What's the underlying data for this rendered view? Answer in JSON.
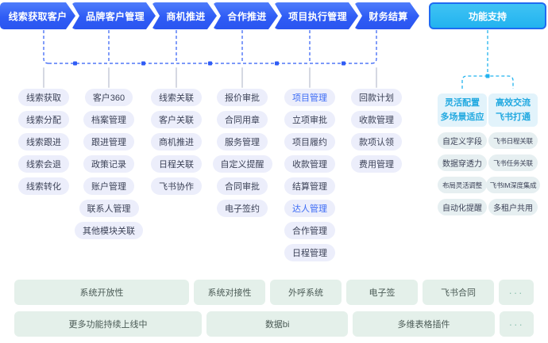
{
  "header": {
    "stages": [
      {
        "label": "线索获取客户"
      },
      {
        "label": "品牌客户管理"
      },
      {
        "label": "商机推进"
      },
      {
        "label": "合作推进"
      },
      {
        "label": "项目执行管理"
      },
      {
        "label": "财务结算"
      }
    ],
    "support": {
      "label": "功能支持"
    }
  },
  "colors": {
    "stage_blue": "#2f5cf5",
    "support_cyan": "#22b3ef",
    "support_border": "#1f6bf2",
    "pill_bg": "#eceefb",
    "pill_text": "#3c4257",
    "pill_highlight_text": "#3b6bf5",
    "right_head_bg": "#e2f3fb",
    "right_head_text": "#22a9e0",
    "right_pill_bg": "#e6eff1",
    "bottom_bg": "#e4f0ea",
    "bottom_text": "#4a5a55",
    "wire_blue": "#2f5cf5",
    "wire_cyan": "#22b3ef",
    "wire_gray": "#d5d8e2"
  },
  "columns": [
    {
      "name": "线索获取客户",
      "items": [
        {
          "label": "线索获取",
          "highlight": false
        },
        {
          "label": "线索分配",
          "highlight": false
        },
        {
          "label": "线索跟进",
          "highlight": false
        },
        {
          "label": "线索会退",
          "highlight": false
        },
        {
          "label": "线索转化",
          "highlight": false
        }
      ]
    },
    {
      "name": "品牌客户管理",
      "items": [
        {
          "label": "客户360",
          "highlight": false
        },
        {
          "label": "档案管理",
          "highlight": false
        },
        {
          "label": "跟进管理",
          "highlight": false
        },
        {
          "label": "政策记录",
          "highlight": false
        },
        {
          "label": "账户管理",
          "highlight": false
        },
        {
          "label": "联系人管理",
          "highlight": false
        },
        {
          "label": "其他模块关联",
          "highlight": false
        }
      ]
    },
    {
      "name": "商机推进",
      "items": [
        {
          "label": "线索关联",
          "highlight": false
        },
        {
          "label": "客户关联",
          "highlight": false
        },
        {
          "label": "商机推进",
          "highlight": false
        },
        {
          "label": "日程关联",
          "highlight": false
        },
        {
          "label": "飞书协作",
          "highlight": false
        }
      ]
    },
    {
      "name": "合作推进",
      "items": [
        {
          "label": "报价审批",
          "highlight": false
        },
        {
          "label": "合同用章",
          "highlight": false
        },
        {
          "label": "服务管理",
          "highlight": false
        },
        {
          "label": "自定义提醒",
          "highlight": false
        },
        {
          "label": "合同审批",
          "highlight": false
        },
        {
          "label": "电子签约",
          "highlight": false
        }
      ]
    },
    {
      "name": "项目执行管理",
      "items": [
        {
          "label": "项目管理",
          "highlight": true
        },
        {
          "label": "立项审批",
          "highlight": false
        },
        {
          "label": "项目履约",
          "highlight": false
        },
        {
          "label": "收款管理",
          "highlight": false
        },
        {
          "label": "结算管理",
          "highlight": false
        },
        {
          "label": "达人管理",
          "highlight": true
        },
        {
          "label": "合作管理",
          "highlight": false
        },
        {
          "label": "日程管理",
          "highlight": false
        }
      ]
    },
    {
      "name": "财务结算",
      "items": [
        {
          "label": "回款计划",
          "highlight": false
        },
        {
          "label": "收款管理",
          "highlight": false
        },
        {
          "label": "款项认领",
          "highlight": false
        },
        {
          "label": "费用管理",
          "highlight": false
        }
      ]
    }
  ],
  "support_columns": [
    {
      "head_line1": "灵活配置",
      "head_line2": "多场景适应",
      "items": [
        {
          "label": "自定义字段",
          "tiny": false
        },
        {
          "label": "数据穿透力",
          "tiny": false
        },
        {
          "label": "布局灵活调整",
          "tiny": true
        },
        {
          "label": "自动化提醒",
          "tiny": false
        }
      ]
    },
    {
      "head_line1": "高效交流",
      "head_line2": "飞书打通",
      "items": [
        {
          "label": "飞书日程关联",
          "tiny": true
        },
        {
          "label": "飞书任务关联",
          "tiny": true
        },
        {
          "label": "飞书IM深度集成",
          "tiny": true
        },
        {
          "label": "多租户共用",
          "tiny": false
        }
      ]
    }
  ],
  "bottom_rows": [
    {
      "cells": [
        {
          "label": "系统开放性",
          "flex": 225,
          "dots": false
        },
        {
          "label": "系统对接性",
          "flex": 92,
          "dots": false
        },
        {
          "label": "外呼系统",
          "flex": 92,
          "dots": false
        },
        {
          "label": "电子签",
          "flex": 92,
          "dots": false
        },
        {
          "label": "飞书合同",
          "flex": 92,
          "dots": false
        },
        {
          "label": "···",
          "flex": 45,
          "dots": true
        }
      ]
    },
    {
      "cells": [
        {
          "label": "更多功能持续上线中",
          "flex": 245,
          "dots": false
        },
        {
          "label": "数据bi",
          "flex": 185,
          "dots": false
        },
        {
          "label": "多维表格插件",
          "flex": 185,
          "dots": false
        },
        {
          "label": "···",
          "flex": 45,
          "dots": true
        }
      ]
    }
  ]
}
